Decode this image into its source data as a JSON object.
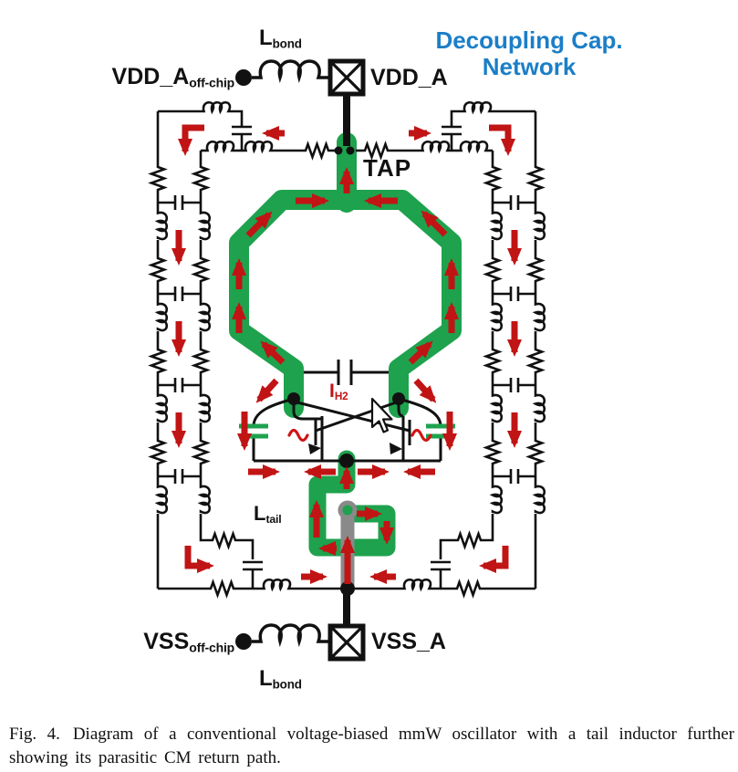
{
  "figure": {
    "labels": {
      "vdd_offchip": {
        "base": "VDD_A",
        "sub": "off-chip"
      },
      "lbond_top": {
        "base": "L",
        "sub": "bond"
      },
      "vdd_a": "VDD_A",
      "decap_line1": "Decoupling Cap.",
      "decap_line2": "Network",
      "tap": "TAP",
      "ih2": {
        "base": "I",
        "sub": "H2"
      },
      "ltail": {
        "base": "L",
        "sub": "tail"
      },
      "vss_offchip": {
        "base": "VSS",
        "sub": "off-chip"
      },
      "vss_a": "VSS_A",
      "lbond_bottom": {
        "base": "L",
        "sub": "bond"
      }
    },
    "colors": {
      "loop_green": "#1ea24d",
      "arrow_red": "#c11414",
      "decap_blue": "#1b7ec7",
      "underpass_gray": "#8a8a8a"
    }
  },
  "caption": {
    "tag": "Fig. 4.",
    "text": "Diagram of a conventional voltage-biased mmW oscillator with a tail inductor further showing its parasitic CM return path."
  }
}
